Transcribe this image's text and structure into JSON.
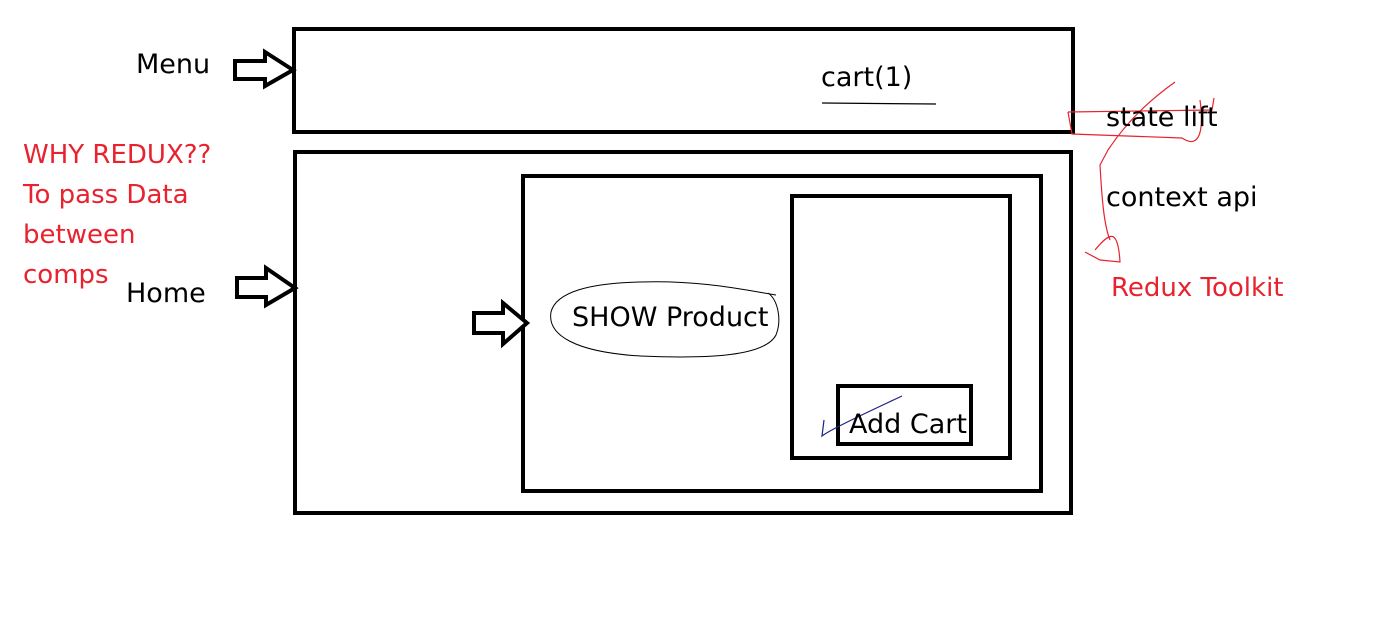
{
  "labels": {
    "menu": "Menu",
    "home": "Home",
    "cart": "cart(1)",
    "show_product": "SHOW Product",
    "add_cart": "Add Cart"
  },
  "notes": {
    "why_redux": [
      "WHY REDUX??",
      "To pass Data",
      "between",
      "comps"
    ],
    "state_lift": "state lift",
    "context_api": "context api",
    "redux_toolkit": "Redux Toolkit"
  },
  "colors": {
    "ink": "#000000",
    "annotation": "#e8222e"
  }
}
